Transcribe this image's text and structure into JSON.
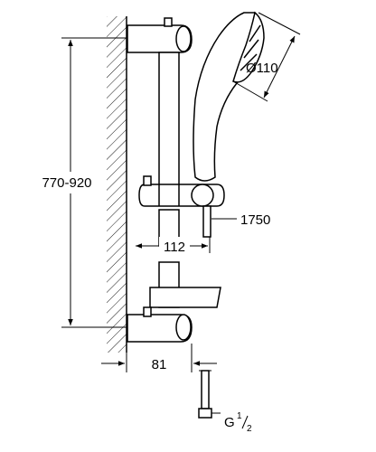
{
  "dimensions": {
    "height_range": "770-920",
    "head_diameter": "Ø110",
    "hose_length": "1750",
    "bar_spacing": "112",
    "wall_offset": "81",
    "thread_main": "G",
    "thread_sup": "1",
    "thread_sub": "2"
  },
  "colors": {
    "line": "#000000",
    "background": "#ffffff"
  }
}
